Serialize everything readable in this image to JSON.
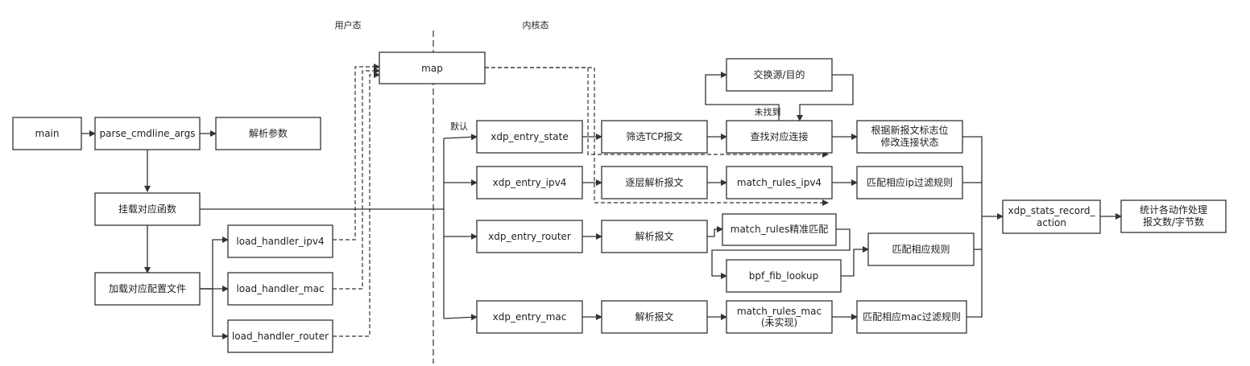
{
  "header": {
    "user_space": "用户态",
    "kernel_space": "内核态"
  },
  "labels": {
    "default": "默认",
    "not_found": "未找到"
  },
  "nodes": {
    "main": "main",
    "parse_cmdline_args": "parse_cmdline_args",
    "parse_args": "解析参数",
    "mount_func": "挂载对应函数",
    "load_config": "加载对应配置文件",
    "load_ipv4": "load_handler_ipv4",
    "load_mac": "load_handler_mac",
    "load_router": "load_handler_router",
    "map": "map",
    "entry_state": "xdp_entry_state",
    "entry_ipv4": "xdp_entry_ipv4",
    "entry_router": "xdp_entry_router",
    "entry_mac": "xdp_entry_mac",
    "filter_tcp": "筛选TCP报文",
    "parse_layers": "逐层解析报文",
    "parse_pkt_router": "解析报文",
    "parse_pkt_mac": "解析报文",
    "swap_src_dst": "交换源/目的",
    "find_conn": "查找对应连接",
    "update_state": [
      "根据新报文标志位",
      "修改连接状态"
    ],
    "match_rules_ipv4": "match_rules_ipv4",
    "match_ip_rules": "匹配相应ip过滤规则",
    "match_rules_exact": "match_rules精准匹配",
    "bpf_fib_lookup": "bpf_fib_lookup",
    "match_rules_generic": "匹配相应规则",
    "match_rules_mac": [
      "match_rules_mac",
      "(未实现)"
    ],
    "match_mac_rules": "匹配相应mac过滤规则",
    "stats_record": [
      "xdp_stats_record_",
      "action"
    ],
    "stats_summary": [
      "统计各动作处理",
      "报文数/字节数"
    ]
  }
}
